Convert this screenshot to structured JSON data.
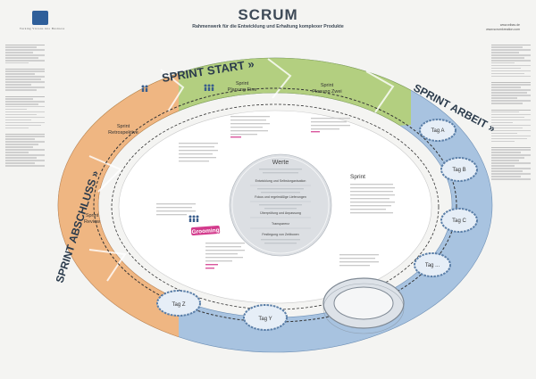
{
  "header": {
    "title": "SCRUM",
    "subtitle": "Rahmenwerk für die Entwicklung und Erhaltung komplexer Produkte",
    "tagline": "Turning Visions into Business",
    "url1": "www.wibas.de",
    "url2": "www.scrumkreation.com"
  },
  "phases": {
    "sprint_start": "SPRINT START »",
    "sprint_arbeit": "SPRINT ARBEIT »",
    "sprint_abschluss": "SPRINT ABSCHLUSS »"
  },
  "events": {
    "planung_eins": [
      "Sprint",
      "Planung Eins"
    ],
    "planung_zwei": [
      "Sprint",
      "Planung Zwei"
    ],
    "retrospektive": [
      "Sprint",
      "Retrospektive"
    ],
    "review": [
      "Sprint",
      "Review"
    ],
    "grooming": "Grooming",
    "sprint": "Sprint"
  },
  "days": [
    "Tag A",
    "Tag B",
    "Tag C",
    "Tag ...",
    "Tag Y",
    "Tag Z"
  ],
  "values": {
    "title": "Werte",
    "items": [
      "Entwicklung und Selbstorganisation",
      "Fokus und regelmäßige Lieferungen",
      "Überprüfung und Anpassung",
      "Transparenz",
      "Festlegung von Zeitboxen"
    ]
  },
  "colors": {
    "green": "#a9c772",
    "blue": "#9fbcdc",
    "orange": "#eab07a",
    "grooming": "#d33a8c",
    "accent": "#2f5f9a"
  }
}
